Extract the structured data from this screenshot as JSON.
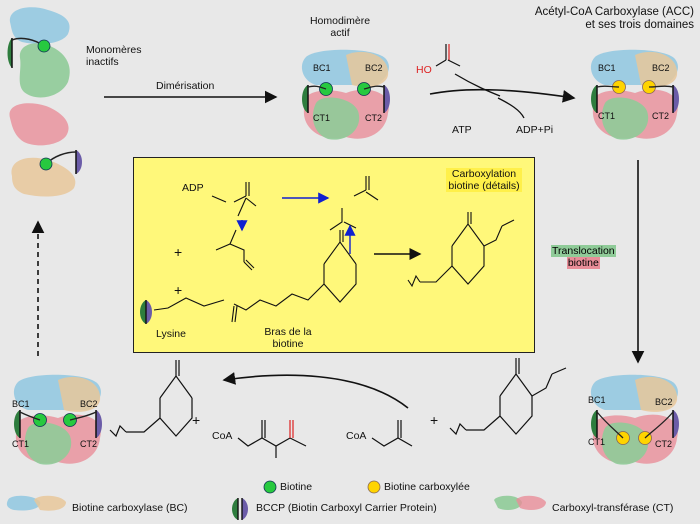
{
  "title": {
    "line1": "Acétyl-CoA Carboxylase (ACC)",
    "line2": "et ses trois domaines"
  },
  "states": {
    "inactive": "Monomères inactifs",
    "homodimer": "Homodimère actif",
    "dimerisation": "Dimérisation"
  },
  "domains": {
    "bc1": "BC1",
    "bc2": "BC2",
    "ct1": "CT1",
    "ct2": "CT2"
  },
  "reaction": {
    "atp": "ATP",
    "adp": "ADP+Pi",
    "ho": "HO",
    "minus": "−"
  },
  "detail": {
    "title": "Carboxylation biotine (détails)",
    "adp": "ADP",
    "lysine": "Lysine",
    "arm": "Bras de la biotine",
    "plus": "+"
  },
  "translocation": {
    "line1": "Translocation",
    "line2": "biotine"
  },
  "bottom": {
    "coa": "CoA"
  },
  "legend": {
    "biotin": "Biotine",
    "biotin_carboxylated": "Biotine carboxylée",
    "bc": "Biotine carboxylase (BC)",
    "bccp": "BCCP (Biotin Carboxyl Carrier Protein)",
    "ct": "Carboxyl-transférase (CT)"
  },
  "colors": {
    "bc_blue": "#8fc7e0",
    "bc_tan": "#e8c79a",
    "ct_green": "#8fcb98",
    "ct_pink": "#e88d98",
    "bccp_green": "#2e7d3e",
    "bccp_purple": "#6b5ca8",
    "biotin": "#27c93f",
    "biotin_carboxylated": "#ffd400",
    "yellow_box": "#fff87a"
  }
}
